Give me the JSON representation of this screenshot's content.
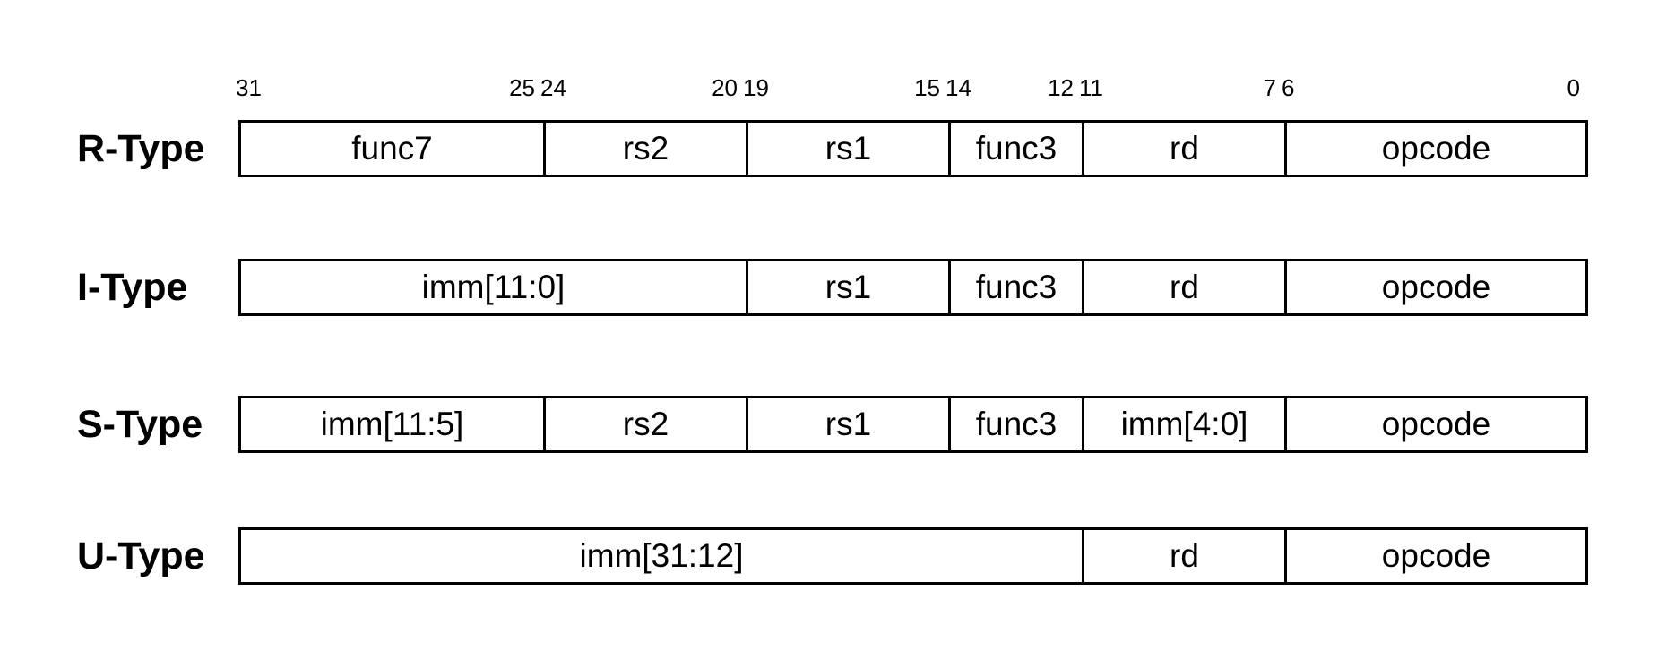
{
  "bit_boundaries": [
    {
      "hi": "31",
      "lo": "25"
    },
    {
      "hi": "24",
      "lo": "20"
    },
    {
      "hi": "19",
      "lo": "15"
    },
    {
      "hi": "14",
      "lo": "12"
    },
    {
      "hi": "11",
      "lo": "7"
    },
    {
      "hi": "6",
      "lo": "0"
    }
  ],
  "formats": [
    {
      "name": "R-Type",
      "fields": [
        {
          "label": "func7",
          "hi_bit": 31,
          "lo_bit": 25
        },
        {
          "label": "rs2",
          "hi_bit": 24,
          "lo_bit": 20
        },
        {
          "label": "rs1",
          "hi_bit": 19,
          "lo_bit": 15
        },
        {
          "label": "func3",
          "hi_bit": 14,
          "lo_bit": 12
        },
        {
          "label": "rd",
          "hi_bit": 11,
          "lo_bit": 7
        },
        {
          "label": "opcode",
          "hi_bit": 6,
          "lo_bit": 0
        }
      ]
    },
    {
      "name": "I-Type",
      "fields": [
        {
          "label": "imm[11:0]",
          "hi_bit": 31,
          "lo_bit": 20
        },
        {
          "label": "rs1",
          "hi_bit": 19,
          "lo_bit": 15
        },
        {
          "label": "func3",
          "hi_bit": 14,
          "lo_bit": 12
        },
        {
          "label": "rd",
          "hi_bit": 11,
          "lo_bit": 7
        },
        {
          "label": "opcode",
          "hi_bit": 6,
          "lo_bit": 0
        }
      ]
    },
    {
      "name": "S-Type",
      "fields": [
        {
          "label": "imm[11:5]",
          "hi_bit": 31,
          "lo_bit": 25
        },
        {
          "label": "rs2",
          "hi_bit": 24,
          "lo_bit": 20
        },
        {
          "label": "rs1",
          "hi_bit": 19,
          "lo_bit": 15
        },
        {
          "label": "func3",
          "hi_bit": 14,
          "lo_bit": 12
        },
        {
          "label": "imm[4:0]",
          "hi_bit": 11,
          "lo_bit": 7
        },
        {
          "label": "opcode",
          "hi_bit": 6,
          "lo_bit": 0
        }
      ]
    },
    {
      "name": "U-Type",
      "fields": [
        {
          "label": "imm[31:12]",
          "hi_bit": 31,
          "lo_bit": 12
        },
        {
          "label": "rd",
          "hi_bit": 11,
          "lo_bit": 7
        },
        {
          "label": "opcode",
          "hi_bit": 6,
          "lo_bit": 0
        }
      ]
    }
  ]
}
